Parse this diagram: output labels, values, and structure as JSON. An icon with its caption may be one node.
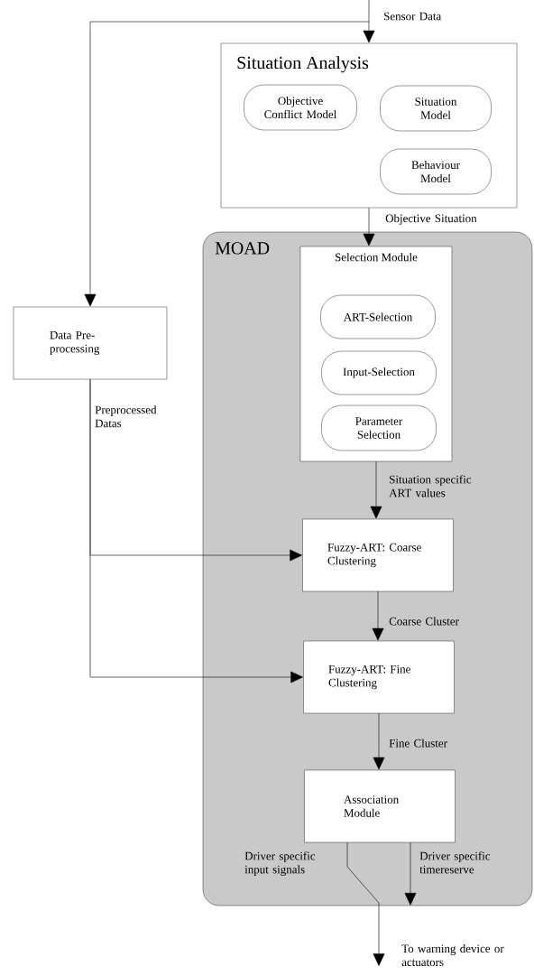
{
  "diagram": {
    "nodes": [
      {
        "text": [
          "Situation Analysis"
        ]
      },
      {
        "text": [
          "Objective Conflict Model"
        ],
        "in": 0
      },
      {
        "text": [
          "Situation Model"
        ],
        "in": 0
      },
      {
        "text": [
          "Behaviour Model"
        ],
        "in": 0
      },
      {
        "text": [
          "MOAD"
        ]
      },
      {
        "text": [
          "Data Pre-processing"
        ]
      },
      {
        "text": [
          "Selection Module"
        ],
        "in": 4
      },
      {
        "text": [
          "ART-Selection"
        ],
        "in": 6
      },
      {
        "text": [
          "Input-Selection"
        ],
        "in": 6
      },
      {
        "text": [
          "Parameter Selection"
        ],
        "in": 6
      },
      {
        "text": [
          "Fuzzy-ART: Coarse Clustering"
        ],
        "in": 4
      },
      {
        "text": [
          "Fuzzy-ART: Fine Clustering"
        ],
        "in": 4
      },
      {
        "text": [
          "Association Module"
        ],
        "in": 4
      },
      {
        "text": [
          "To warning device or actuators"
        ]
      }
    ],
    "edges": [
      {
        "from": null,
        "to": 0,
        "arrow": "to",
        "label": "Sensor Data"
      },
      {
        "from": null,
        "to": 5,
        "arrow": "to"
      },
      {
        "from": 0,
        "to": 6,
        "arrow": "to",
        "label": "Objective Situation"
      },
      {
        "from": 5,
        "to": 10,
        "arrow": "to",
        "label": "Preprocessed Datas"
      },
      {
        "from": 5,
        "to": 11,
        "arrow": "to"
      },
      {
        "from": 6,
        "to": 10,
        "arrow": "to",
        "label": "Situation specific ART values"
      },
      {
        "from": 10,
        "to": 11,
        "arrow": "to",
        "label": "Coarse Cluster"
      },
      {
        "from": 11,
        "to": 12,
        "arrow": "to",
        "label": "Fine Cluster"
      },
      {
        "from": 12,
        "to": 13,
        "arrow": "to",
        "label": "Driver specific input signals"
      },
      {
        "from": 12,
        "to": null,
        "arrow": "to",
        "label": "Driver specific timereserve"
      }
    ]
  }
}
